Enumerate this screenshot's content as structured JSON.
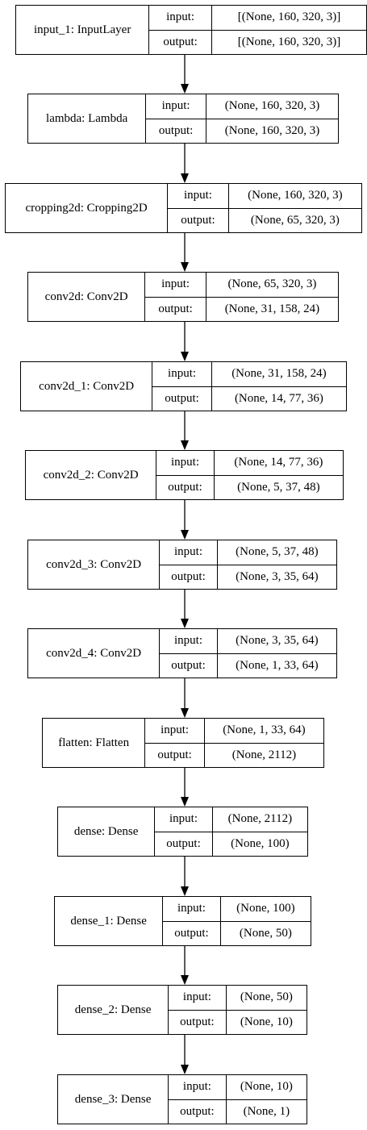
{
  "colors": {
    "line": "#000000",
    "background": "#ffffff"
  },
  "port_labels": {
    "input": "input:",
    "output": "output:"
  },
  "layers": [
    {
      "name": "input_1: InputLayer",
      "input": "[(None, 160, 320, 3)]",
      "output": "[(None, 160, 320, 3)]"
    },
    {
      "name": "lambda: Lambda",
      "input": "(None, 160, 320, 3)",
      "output": "(None, 160, 320, 3)"
    },
    {
      "name": "cropping2d: Cropping2D",
      "input": "(None, 160, 320, 3)",
      "output": "(None, 65, 320, 3)"
    },
    {
      "name": "conv2d: Conv2D",
      "input": "(None, 65, 320, 3)",
      "output": "(None, 31, 158, 24)"
    },
    {
      "name": "conv2d_1: Conv2D",
      "input": "(None, 31, 158, 24)",
      "output": "(None, 14, 77, 36)"
    },
    {
      "name": "conv2d_2: Conv2D",
      "input": "(None, 14, 77, 36)",
      "output": "(None, 5, 37, 48)"
    },
    {
      "name": "conv2d_3: Conv2D",
      "input": "(None, 5, 37, 48)",
      "output": "(None, 3, 35, 64)"
    },
    {
      "name": "conv2d_4: Conv2D",
      "input": "(None, 3, 35, 64)",
      "output": "(None, 1, 33, 64)"
    },
    {
      "name": "flatten: Flatten",
      "input": "(None, 1, 33, 64)",
      "output": "(None, 2112)"
    },
    {
      "name": "dense: Dense",
      "input": "(None, 2112)",
      "output": "(None, 100)"
    },
    {
      "name": "dense_1: Dense",
      "input": "(None, 100)",
      "output": "(None, 50)"
    },
    {
      "name": "dense_2: Dense",
      "input": "(None, 50)",
      "output": "(None, 10)"
    },
    {
      "name": "dense_3: Dense",
      "input": "(None, 10)",
      "output": "(None, 1)"
    }
  ]
}
